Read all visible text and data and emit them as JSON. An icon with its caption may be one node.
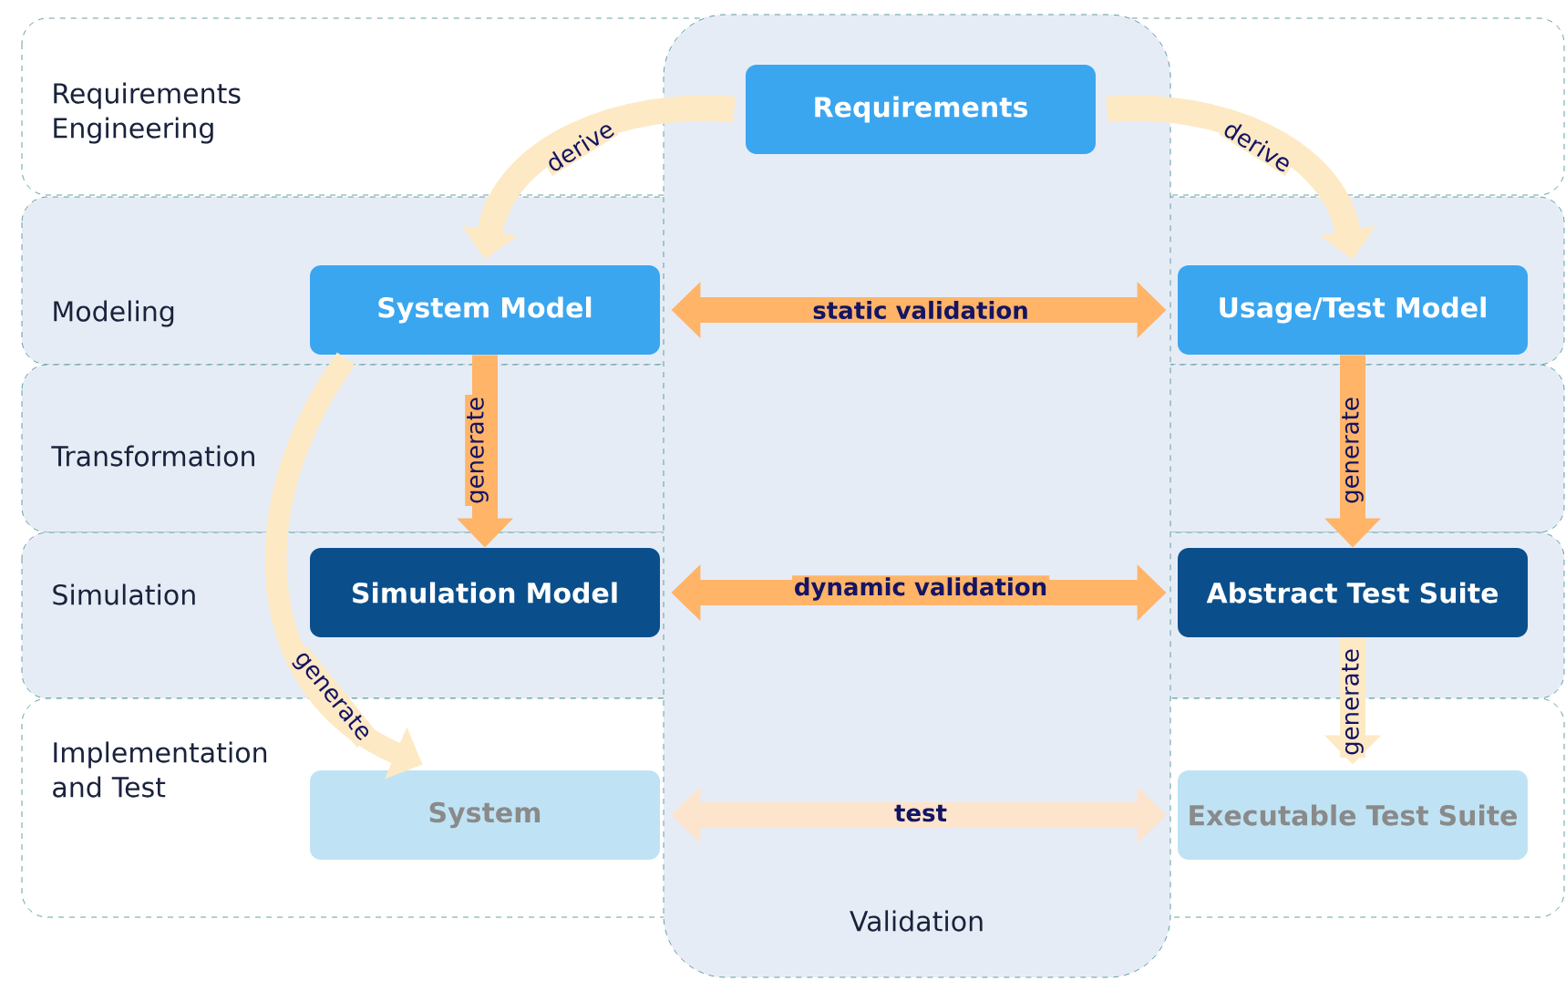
{
  "diagram": {
    "nodes": [
      {
        "text": [
          "Requirements"
        ]
      },
      {
        "text": [
          "System Model"
        ]
      },
      {
        "text": [
          "Usage/Test Model"
        ]
      },
      {
        "text": [
          "Simulation Model"
        ]
      },
      {
        "text": [
          "Abstract Test Suite"
        ]
      },
      {
        "text": [
          "System"
        ]
      },
      {
        "text": [
          "Executable Test Suite"
        ]
      }
    ],
    "edges": [
      {
        "from": 0,
        "to": 1,
        "arrow": "to",
        "label": "derive",
        "color": "#fde9c4"
      },
      {
        "from": 0,
        "to": 2,
        "arrow": "to",
        "label": "derive",
        "color": "#fde9c4"
      },
      {
        "from": 1,
        "to": 2,
        "arrow": "both",
        "label": "static validation",
        "color": "#ffb468"
      },
      {
        "from": 1,
        "to": 3,
        "arrow": "to",
        "label": "generate",
        "color": "#ffb468"
      },
      {
        "from": 2,
        "to": 4,
        "arrow": "to",
        "label": "generate",
        "color": "#ffb468"
      },
      {
        "from": 3,
        "to": 4,
        "arrow": "both",
        "label": "dynamic validation",
        "color": "#ffb468"
      },
      {
        "from": 1,
        "to": 5,
        "arrow": "to",
        "label": "generate",
        "color": "#fde9c4"
      },
      {
        "from": 4,
        "to": 6,
        "arrow": "to",
        "label": "generate",
        "color": "#fde9c4"
      },
      {
        "from": 5,
        "to": 6,
        "arrow": "both",
        "label": "test",
        "color": "#fde4cc"
      }
    ],
    "labels": [
      "Requirements Engineering",
      "Modeling",
      "Transformation",
      "Simulation",
      "Implementation and Test",
      "Validation"
    ]
  }
}
